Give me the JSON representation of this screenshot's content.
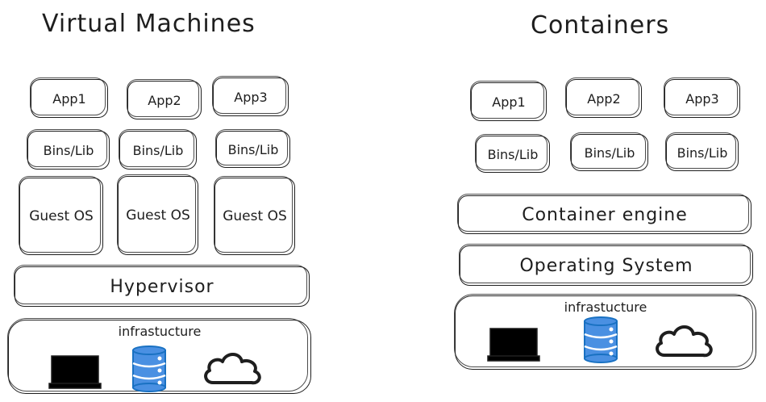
{
  "vm": {
    "title": "Virtual Machines",
    "apps": [
      "App1",
      "App2",
      "App3"
    ],
    "bins": [
      "Bins/Lib",
      "Bins/Lib",
      "Bins/Lib"
    ],
    "guest_os": [
      "Guest OS",
      "Guest OS",
      "Guest OS"
    ],
    "hypervisor": "Hypervisor",
    "infrastructure": "infrastucture"
  },
  "containers": {
    "title": "Containers",
    "apps": [
      "App1",
      "App2",
      "App3"
    ],
    "bins": [
      "Bins/Lib",
      "Bins/Lib",
      "Bins/Lib"
    ],
    "engine": "Container engine",
    "os": "Operating System",
    "infrastructure": "infrastucture"
  },
  "icons": [
    "laptop-icon",
    "database-icon",
    "cloud-icon"
  ],
  "colors": {
    "stroke": "#1e1e1e",
    "database_fill": "#4a90e2",
    "database_stroke": "#1971c2",
    "laptop_fill": "#000000"
  }
}
